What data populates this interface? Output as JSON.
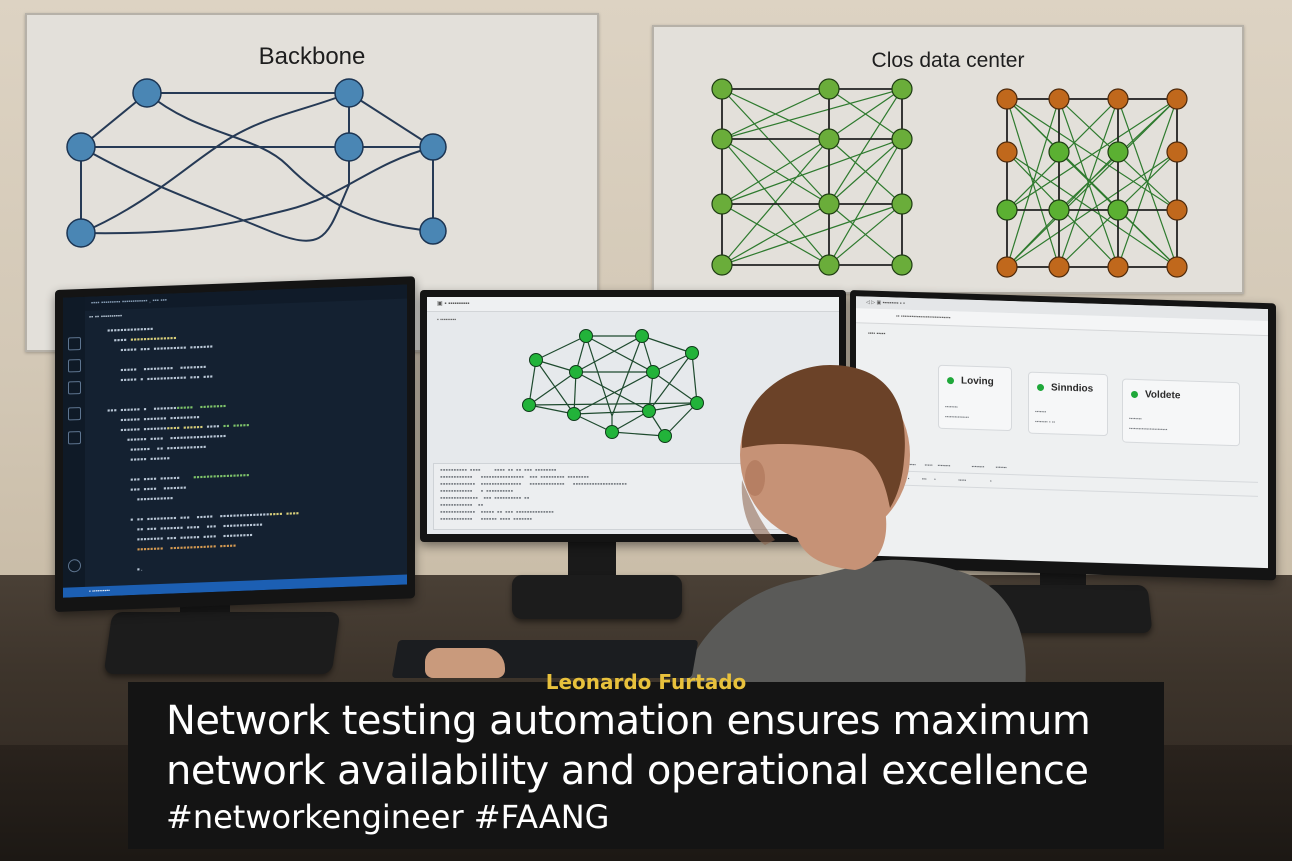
{
  "scene": {
    "description": "Network engineer seated at three monitors in front of two wall posters of network topologies",
    "wall_color": "#d8cebd",
    "desk_color": "#3d342b"
  },
  "posters": {
    "backbone": {
      "title": "Backbone",
      "node_color": "#4a86b4",
      "node_count": 7
    },
    "clos": {
      "title": "Clos data center",
      "left_grid": {
        "node_color": "#6aad3a",
        "rows": 4,
        "cols": 3
      },
      "right_grid": {
        "outer_node_color": "#c0681c",
        "inner_node_color": "#5bb032",
        "rows": 4,
        "cols": 4
      }
    }
  },
  "monitors": {
    "left": {
      "app": "code-editor",
      "theme_bg": "#142131",
      "status_bar_color": "#1c5fb3"
    },
    "center": {
      "app": "network-topology-viewer",
      "node_color": "#22b33a",
      "node_count": 12
    },
    "right": {
      "app": "pipeline-dashboard",
      "stages": [
        {
          "label": "Loving",
          "status_color": "#1fa83a"
        },
        {
          "label": "Sinndios",
          "status_color": "#1fa83a"
        },
        {
          "label": "Voldete",
          "status_color": "#1fa83a"
        }
      ]
    }
  },
  "caption": {
    "author": "Leonardo Furtado",
    "headline_line1": "Network testing automation ensures maximum",
    "headline_line2": "network availability and operational excellence",
    "hashtags": "#networkengineer #FAANG",
    "author_color": "#e8c13c",
    "background": "#141414"
  }
}
